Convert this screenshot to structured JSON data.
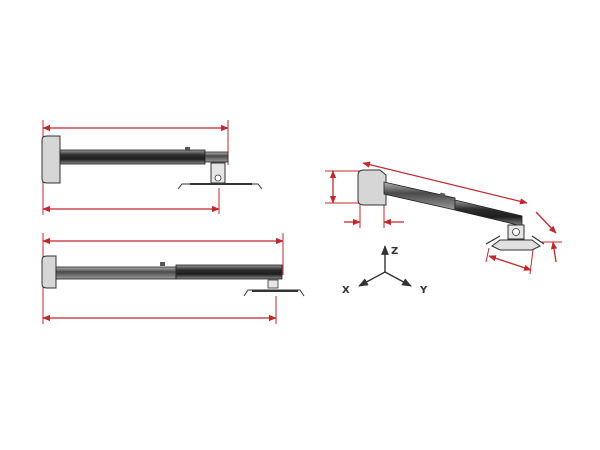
{
  "axes": {
    "x_label": "X",
    "y_label": "Y",
    "z_label": "Z"
  },
  "colors": {
    "dimension": "#c0282d",
    "outline": "#333333",
    "bar_dark": "#3a3a3a",
    "bar_light": "#d9d9d9",
    "plate": "#e0e0e0",
    "background": "#ffffff"
  },
  "icons": [
    "wall-plate-icon",
    "arm-tube-icon",
    "projector-bracket-icon",
    "axis-triad-icon"
  ]
}
